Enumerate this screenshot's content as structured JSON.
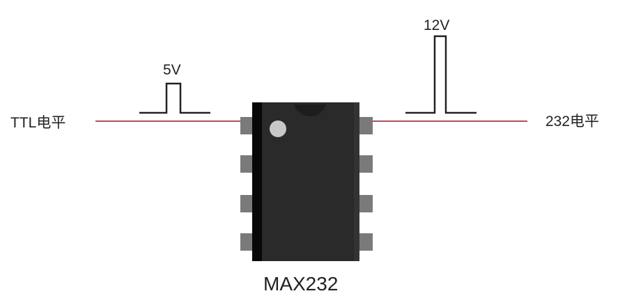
{
  "labels": {
    "ttl_level": "TTL电平",
    "rs232_level": "232电平",
    "pulse_5v": "5V",
    "pulse_12v": "12V",
    "chip_name": "MAX232"
  },
  "colors": {
    "wire": "#c0485a",
    "chip_body": "#2a2a2a",
    "pin": "#7a7a7a"
  }
}
